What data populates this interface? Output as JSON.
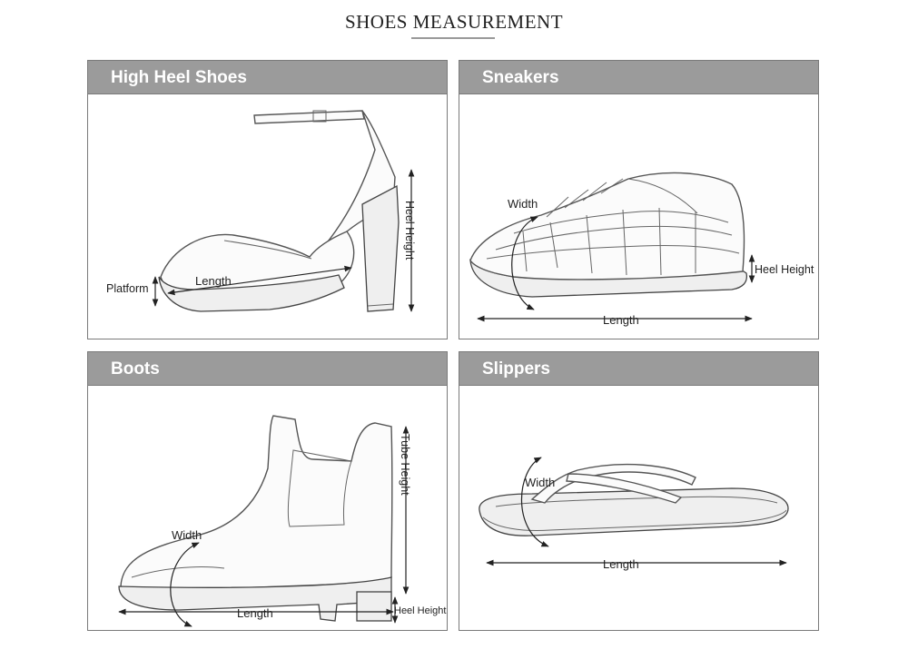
{
  "page": {
    "title": "SHOES MEASUREMENT"
  },
  "panels": {
    "high_heel": {
      "title": "High Heel Shoes",
      "labels": {
        "platform": "Platform",
        "length": "Length",
        "heel_height": "Heel Height"
      }
    },
    "sneakers": {
      "title": "Sneakers",
      "labels": {
        "width": "Width",
        "heel_height": "Heel Height",
        "length": "Length"
      }
    },
    "boots": {
      "title": "Boots",
      "labels": {
        "width": "Width",
        "tube_height": "Tube Height",
        "heel_height": "Heel Height",
        "length": "Length"
      }
    },
    "slippers": {
      "title": "Slippers",
      "labels": {
        "width": "Width",
        "length": "Length"
      }
    }
  },
  "colors": {
    "header_bg": "#9b9b9b",
    "header_text": "#ffffff",
    "border": "#7a7a7a",
    "rule": "#9a9a9a"
  }
}
